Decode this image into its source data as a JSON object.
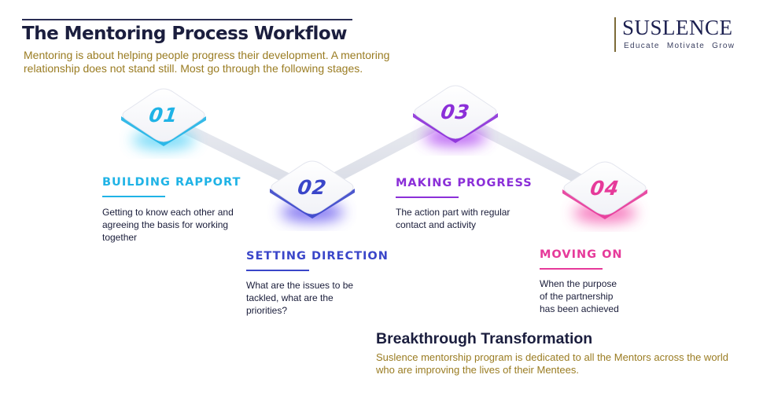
{
  "header": {
    "title": "The Mentoring Process Workflow",
    "intro": "Mentoring is about helping people progress their development. A mentoring relationship does not stand still. Most go through the following stages."
  },
  "logo": {
    "name": "SUSLENCE",
    "tagline": "Educate  Motivate  Grow"
  },
  "steps": [
    {
      "number": "01",
      "title": "BUILDING RAPPORT",
      "description": "Getting to know each other and agreeing the basis for working together",
      "color": "#1fb3e6",
      "glow": "#5fd4f7"
    },
    {
      "number": "02",
      "title": "SETTING DIRECTION",
      "description": "What are the issues to be tackled, what are the priorities?",
      "color": "#3a46c9",
      "glow": "#6b5cf0"
    },
    {
      "number": "03",
      "title": "MAKING PROGRESS",
      "description": "The action part with regular contact and activity",
      "color": "#8b2fd8",
      "glow": "#b04cf2"
    },
    {
      "number": "04",
      "title": "MOVING ON",
      "description": "When the purpose of the partnership has been achieved",
      "color": "#e63a9a",
      "glow": "#f45db0"
    }
  ],
  "footer": {
    "title": "Breakthrough Transformation",
    "text": "Suslence mentorship program is dedicated to all the Mentors across the world who are improving the lives of their Mentees."
  }
}
